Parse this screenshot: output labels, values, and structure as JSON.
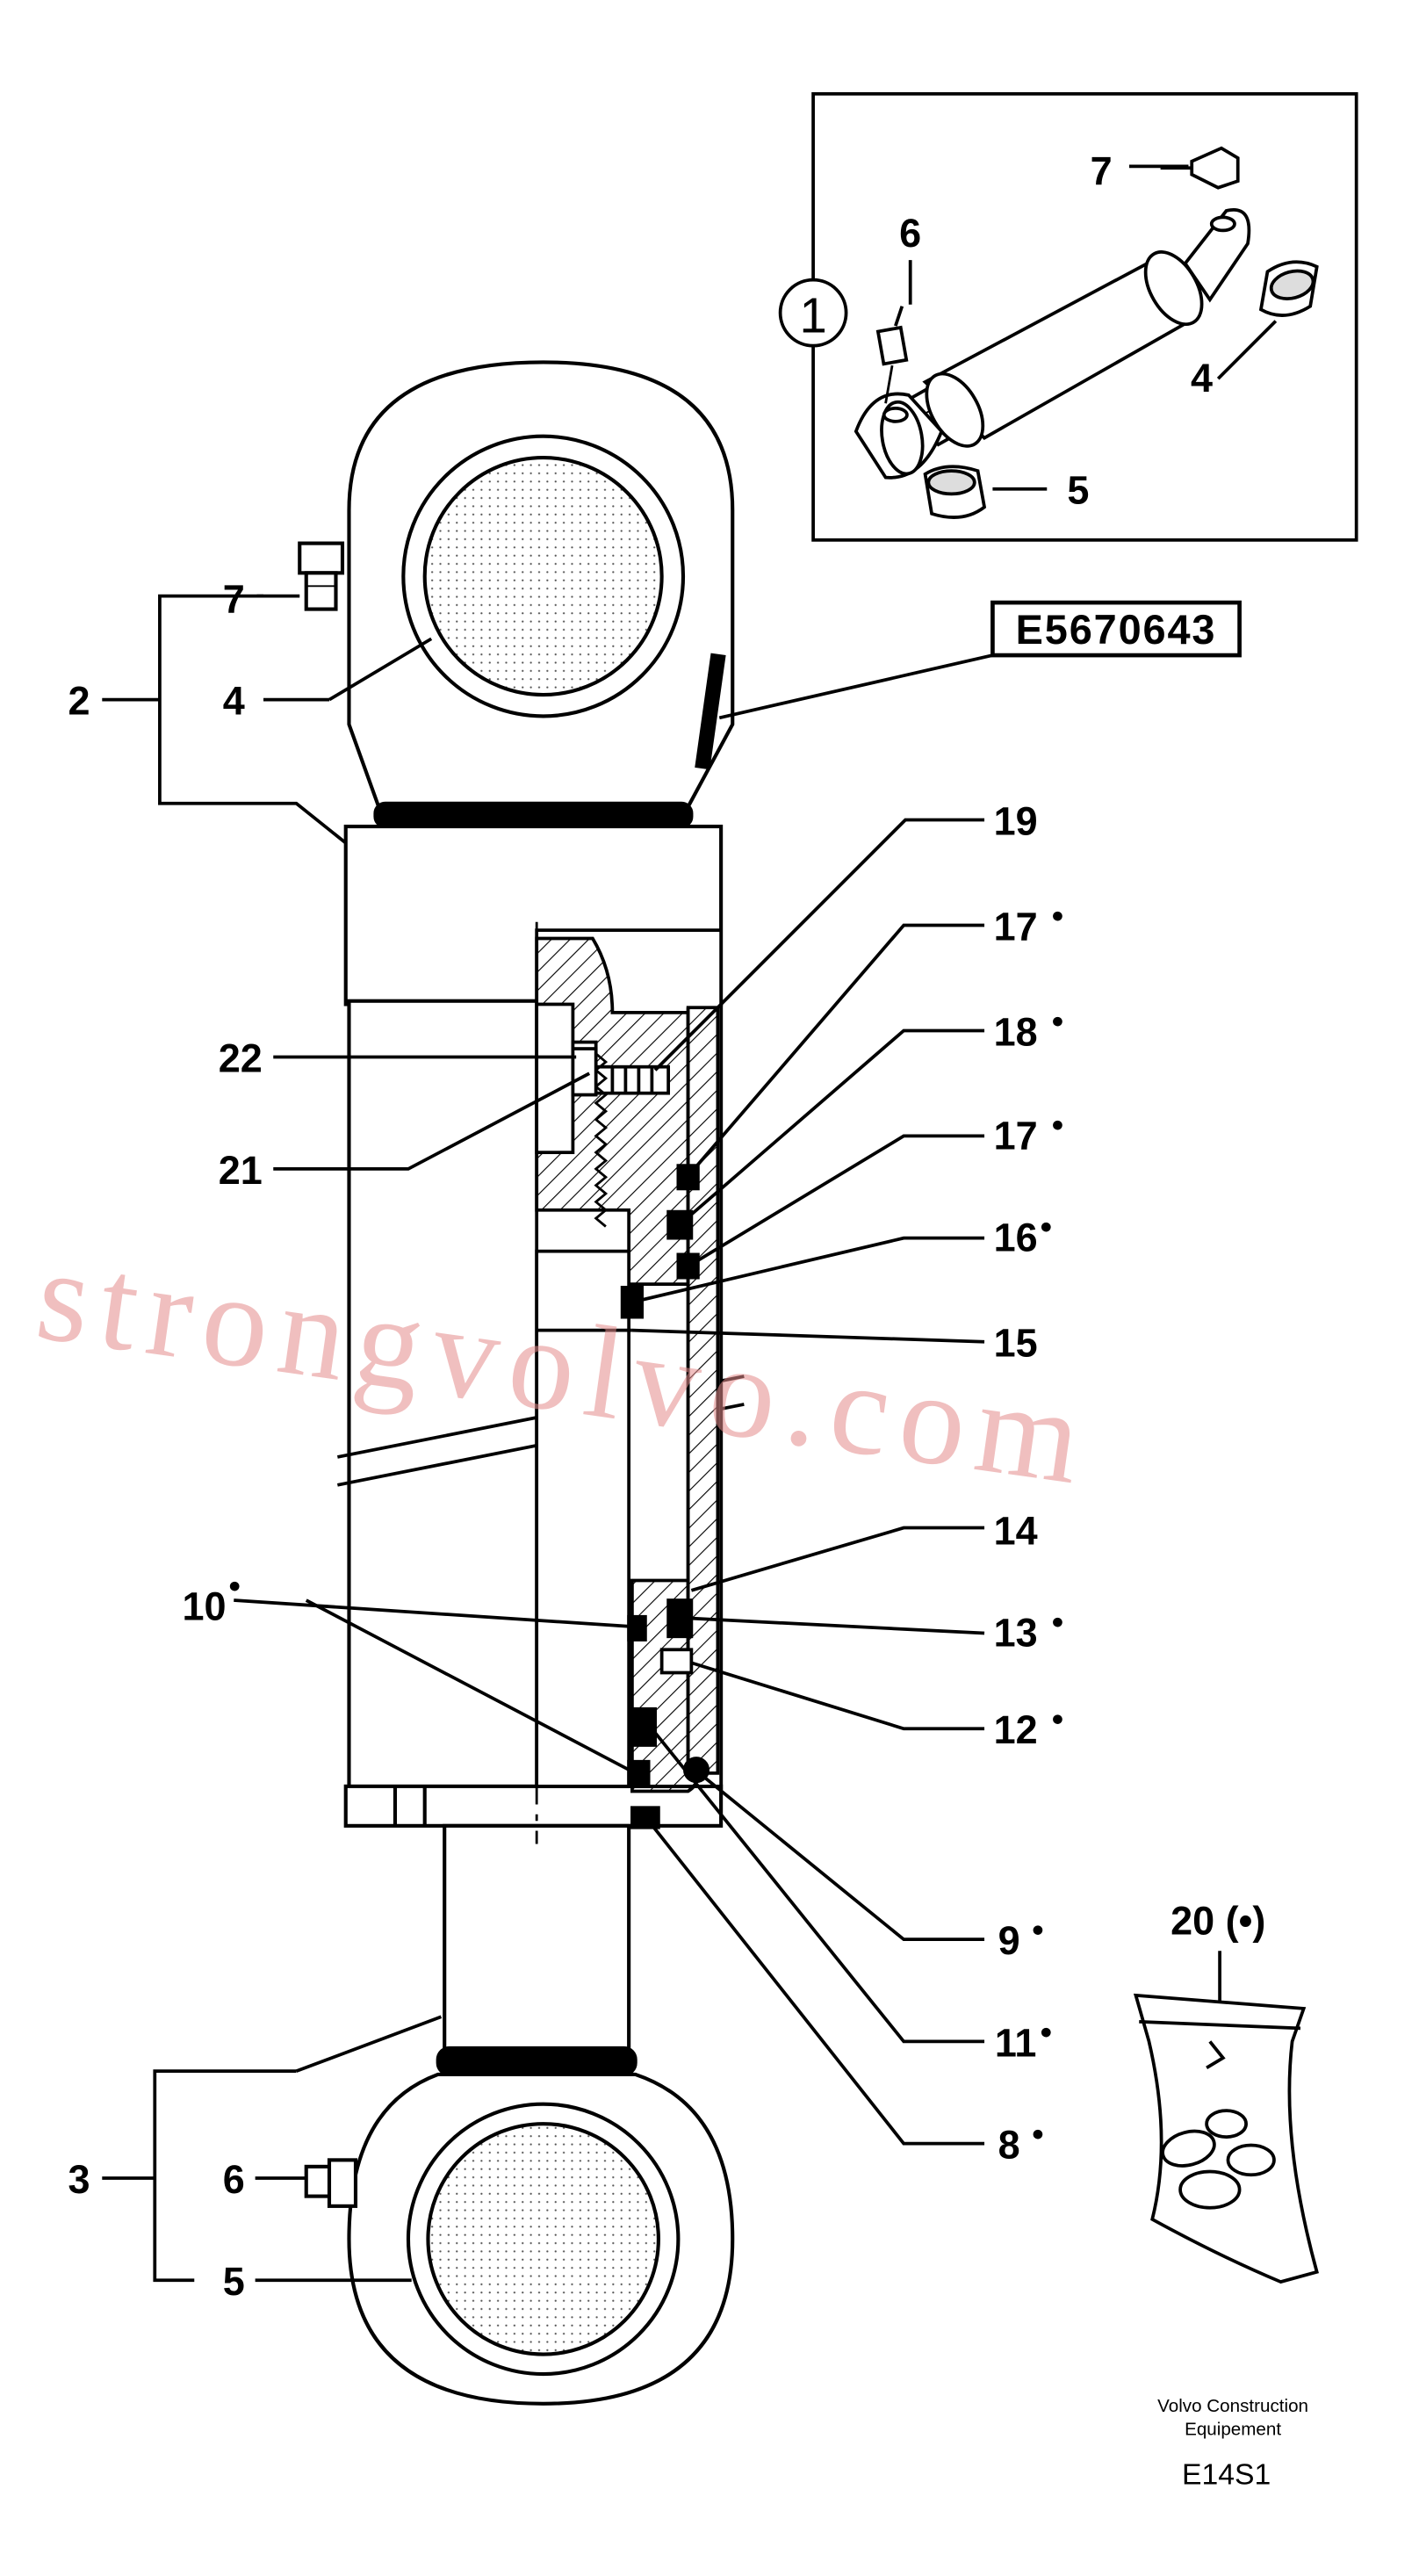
{
  "diagram": {
    "reference_code": "E5670643",
    "circled_callout": "1",
    "inset_labels": {
      "grease_nipple_angled": "7",
      "grease_nipple_straight": "6",
      "bushing_rod_end": "4",
      "bushing_base_end": "5"
    },
    "labels": {
      "p2": "2",
      "p3": "3",
      "p4": "4",
      "p5": "5",
      "p6": "6",
      "p7": "7",
      "p8": "8",
      "p9": "9",
      "p10": "10",
      "p11": "11",
      "p12": "12",
      "p13": "13",
      "p14": "14",
      "p15": "15",
      "p16": "16",
      "p17a": "17",
      "p17b": "17",
      "p18": "18",
      "p19": "19",
      "p20": "20 (•)",
      "p21": "21",
      "p22": "22"
    },
    "kit_marker": "•",
    "watermark": "strongvolvo.com",
    "footer": {
      "company_line1": "Volvo Construction",
      "company_line2": "Equipement",
      "figure_code": "E14S1"
    }
  }
}
